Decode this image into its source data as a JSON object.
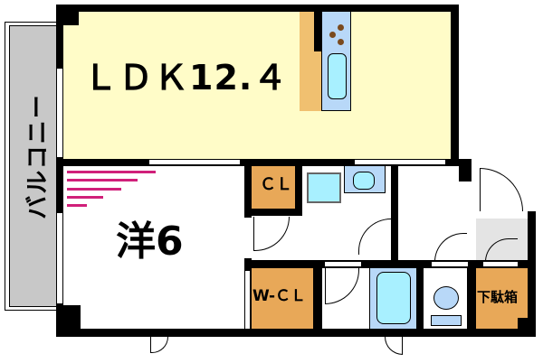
{
  "floorplan": {
    "rooms": {
      "ldk": {
        "label": "ＬＤＫ12.４",
        "type": "LDK",
        "size_jo": "12.4",
        "color": "#fffcc8"
      },
      "western": {
        "label": "洋6",
        "type": "洋室",
        "size_jo": "6",
        "color": "#ffffff"
      },
      "closet": {
        "label": "ＣＬ",
        "color": "#e8a858"
      },
      "walk_in_closet": {
        "label": "W-ＣＬ",
        "color": "#e8a858"
      },
      "shoe_box": {
        "label": "下駄箱",
        "color": "#e8a858"
      },
      "balcony": {
        "label": "バルコニー",
        "color": "#c8c8c8"
      },
      "entrance": {
        "color": "#e4e4e4"
      },
      "bath": {
        "color": "#b8d8f8"
      },
      "kitchen_counter": {
        "color": "#b8d8f8"
      }
    },
    "colors": {
      "wall": "#000000",
      "fixture_water": "#a8f0ff",
      "stove_burner": "#7a4a1e",
      "counter_wood": "#f0c070",
      "bed_marker": "#d0207a"
    }
  }
}
